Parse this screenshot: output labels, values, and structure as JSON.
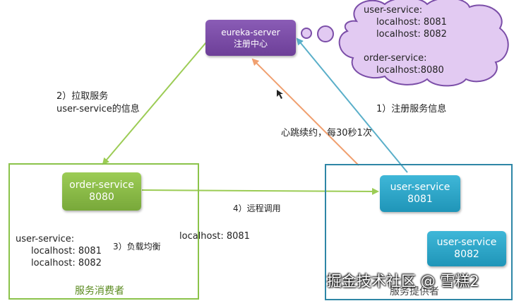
{
  "eureka": {
    "line1": "eureka-server",
    "line2": "注册中心"
  },
  "cloud": {
    "lines": [
      "user-service:",
      "localhost: 8081",
      "localhost: 8082",
      "",
      "order-service:",
      "localhost:8080"
    ]
  },
  "order_service": {
    "name": "order-service",
    "port": "8080"
  },
  "user_service_1": {
    "name": "user-service",
    "port": "8081"
  },
  "user_service_2": {
    "name": "user-service",
    "port": "8082"
  },
  "labels": {
    "pull_step": "2）拉取服务",
    "pull_detail": "user-service的信息",
    "register": "1）注册服务信息",
    "heartbeat": "心跳续约，每30秒1次",
    "remote_call": "4）远程调用",
    "load_balance": "3）负载均衡",
    "chosen_host": "localhost: 8081"
  },
  "consumer_cache": {
    "title": "user-service:",
    "host1": "localhost: 8081",
    "host2": "localhost: 8082"
  },
  "groups": {
    "consumer": "服务消费者",
    "provider": "服务提供者"
  },
  "watermark": "掘金技术社区 @ 雪糕2",
  "colors": {
    "eureka": "#7b4ea8",
    "consumer": "#8bc34a",
    "provider": "#2e86a6",
    "heartbeat_arrow": "#f0a070",
    "register_arrow": "#5aafc9",
    "pull_arrow": "#9ccc55"
  }
}
